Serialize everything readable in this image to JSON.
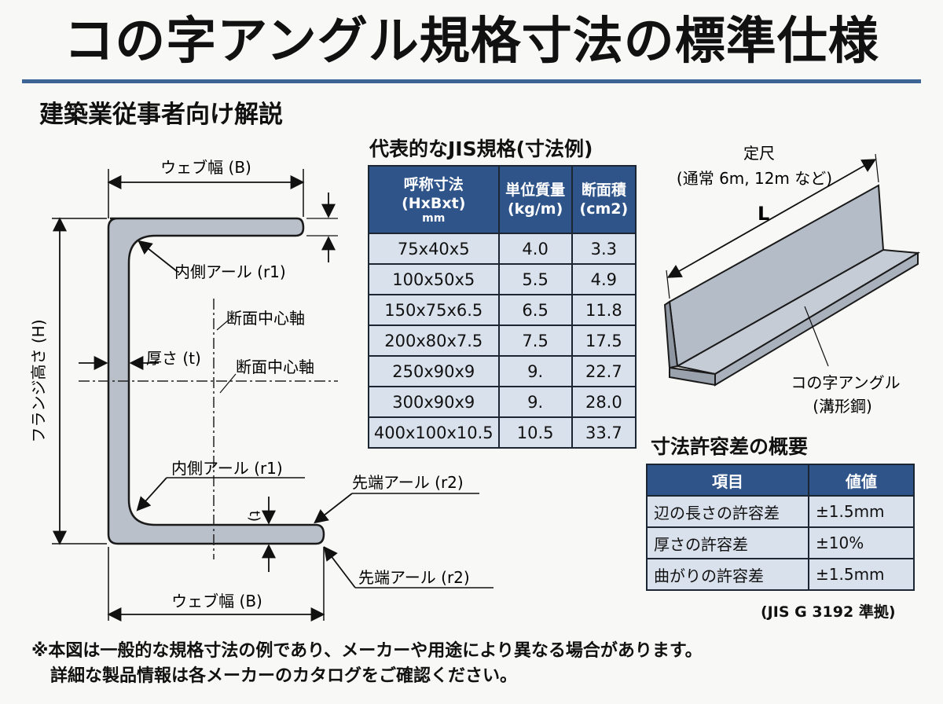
{
  "title": "コの字アングル規格寸法の標準仕様",
  "subtitle": "建築業従事者向け解説",
  "colors": {
    "accent": "#3c6596",
    "header_bg": "#2f5489",
    "cell_bg": "#d9e1ec",
    "steel": "#b9c0ca"
  },
  "diagram": {
    "web_width_top": "ウェブ幅 (B)",
    "web_width_bottom": "ウェブ幅 (B)",
    "flange_height": "フランジ高さ (H)",
    "inner_radius_top": "内側アール (r1)",
    "inner_radius_bottom": "内側アール (r1)",
    "centroid_axis_1": "断面中心軸",
    "centroid_axis_2": "断面中心軸",
    "thickness": "厚さ (t)",
    "t_mark": "t)",
    "tip_radius_1": "先端アール (r2)",
    "tip_radius_2": "先端アール (r2)"
  },
  "spec_table": {
    "title": "代表的なJIS規格(寸法例)",
    "headers": [
      {
        "main": "呼称寸法",
        "second": "(HxBxt)",
        "sub": "mm"
      },
      {
        "main": "単位質量",
        "second": "(kg/m)",
        "sub": ""
      },
      {
        "main": "断面積",
        "second": "(cm2)",
        "sub": ""
      }
    ],
    "rows": [
      [
        "75x40x5",
        "4.0",
        "3.3"
      ],
      [
        "100x50x5",
        "5.5",
        "4.9"
      ],
      [
        "150x75x6.5",
        "6.5",
        "11.8"
      ],
      [
        "200x80x7.5",
        "7.5",
        "17.5"
      ],
      [
        "250x90x9",
        "9.",
        "22.7"
      ],
      [
        "300x90x9",
        "9.",
        "28.0"
      ],
      [
        "400x100x10.5",
        "10.5",
        "33.7"
      ]
    ]
  },
  "iso_view": {
    "length_title": "定尺",
    "length_note": "(通常 6m, 12m など)",
    "length_symbol": "L",
    "part_name": "コの字アングル",
    "part_name_alt": "(溝形鋼)"
  },
  "tolerance_table": {
    "title": "寸法許容差の概要",
    "headers": [
      "項目",
      "値値"
    ],
    "rows": [
      [
        "辺の長さの許容差",
        "±1.5mm"
      ],
      [
        "厚さの許容差",
        "±10%"
      ],
      [
        "曲がりの許容差",
        "±1.5mm"
      ]
    ],
    "note": "(JIS G 3192 準拠)"
  },
  "footnote": {
    "line1": "※本図は一般的な規格寸法の例であり、メーカーや用途により異なる場合があります。",
    "line2": "詳細な製品情報は各メーカーのカタログをご確認ください。"
  }
}
